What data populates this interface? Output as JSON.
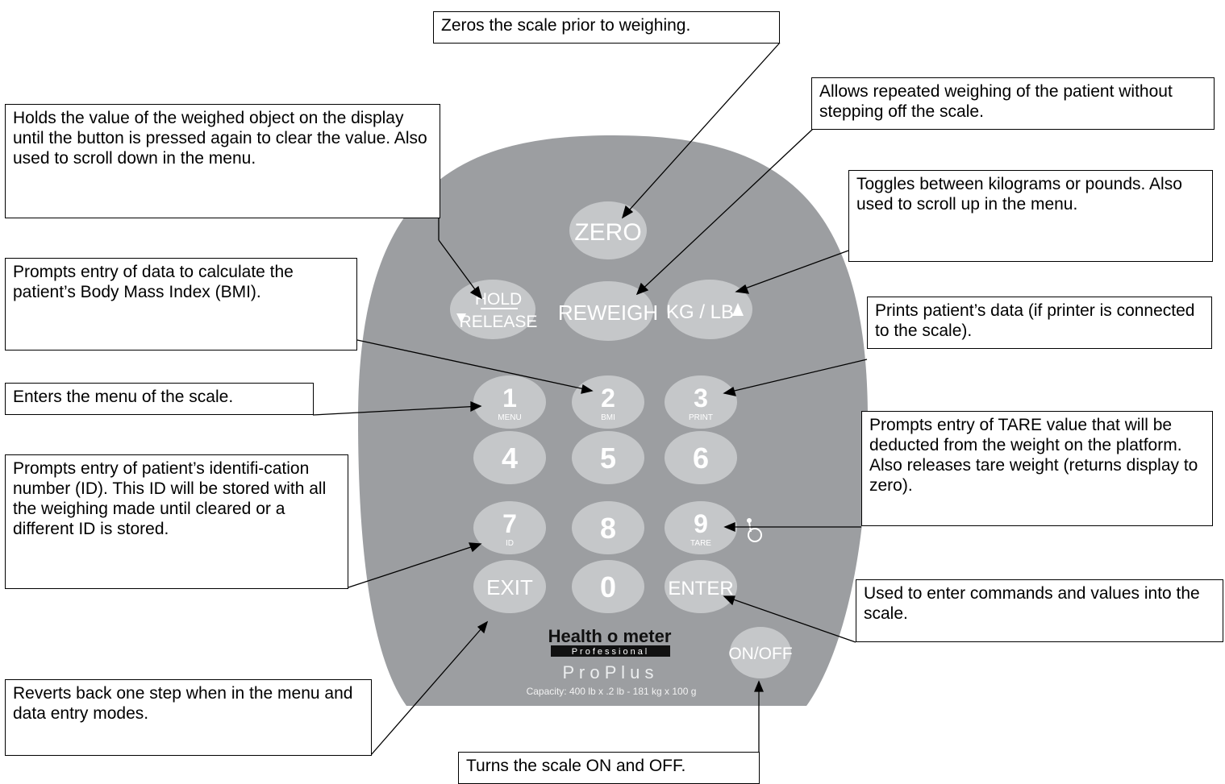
{
  "callouts": {
    "zero": "Zeros the scale prior to weighing.",
    "reweigh": "Allows repeated weighing of the patient without stepping off the scale.",
    "hold": "Holds the value of the weighed object on the display until the button is pressed again to clear the value. Also used to scroll down in the menu.",
    "kglb": "Toggles between kilograms or pounds. Also used to scroll up in the menu.",
    "bmi": "Prompts entry of data to calculate the patient’s Body Mass Index (BMI).",
    "print": "Prints patient’s data (if printer is connected to the scale).",
    "menu": "Enters the menu of the scale.",
    "tare": "Prompts entry of TARE value that will be deducted from the weight on the platform. Also releases tare weight (returns display to zero).",
    "id": "Prompts entry of patient’s identifi-cation number (ID). This ID will be stored with all the weighing made until cleared or a different ID is stored.",
    "enter": "Used to enter commands and values into the scale.",
    "exit": "Reverts back one step when in the menu and data entry modes.",
    "onoff": "Turns the scale ON and OFF."
  },
  "keypad": {
    "zero": "ZERO",
    "hold": "HOLD",
    "release": "RELEASE",
    "reweigh": "REWEIGH",
    "kglb": "KG / LB",
    "keys": [
      {
        "num": "1",
        "sub": "MENU"
      },
      {
        "num": "2",
        "sub": "BMI"
      },
      {
        "num": "3",
        "sub": "PRINT"
      },
      {
        "num": "4",
        "sub": ""
      },
      {
        "num": "5",
        "sub": ""
      },
      {
        "num": "6",
        "sub": ""
      },
      {
        "num": "7",
        "sub": "ID"
      },
      {
        "num": "8",
        "sub": ""
      },
      {
        "num": "9",
        "sub": "TARE"
      },
      {
        "num": "0",
        "sub": ""
      }
    ],
    "exit": "EXIT",
    "enter": "ENTER",
    "onoff": "ON/OFF",
    "brand": "Health o meter",
    "professional": "Professional",
    "proplus": "P r o P l u s",
    "capacity": "Capacity: 400 lb x .2 lb - 181 kg x 100 g",
    "accessibility_icon": "wheelchair-icon"
  },
  "colors": {
    "panel": "#9c9ea1",
    "button": "#c5c7c9"
  }
}
